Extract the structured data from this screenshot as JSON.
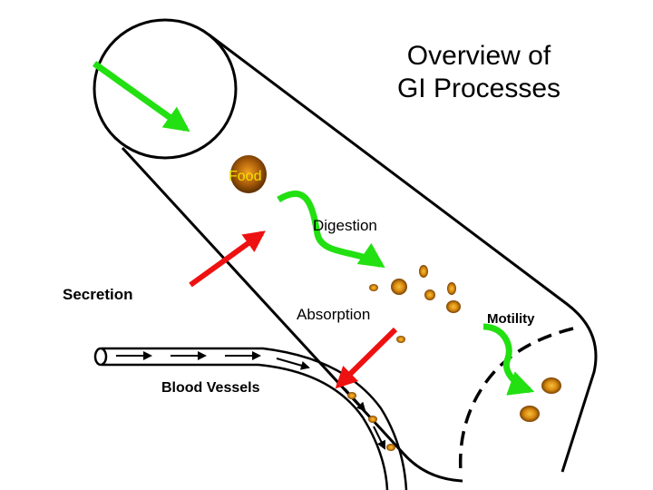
{
  "title": {
    "line1": "Overview of",
    "line2": "GI Processes"
  },
  "labels": {
    "food": "Food",
    "digestion": "Digestion",
    "secretion": "Secretion",
    "absorption": "Absorption",
    "motility": "Motility",
    "blood_vessels": "Blood Vessels"
  },
  "colors": {
    "green_arrow": "#22e011",
    "red_arrow": "#ee1111",
    "food_particle": "#c8780a",
    "food_label": "#f2e000",
    "outline": "#000000"
  }
}
